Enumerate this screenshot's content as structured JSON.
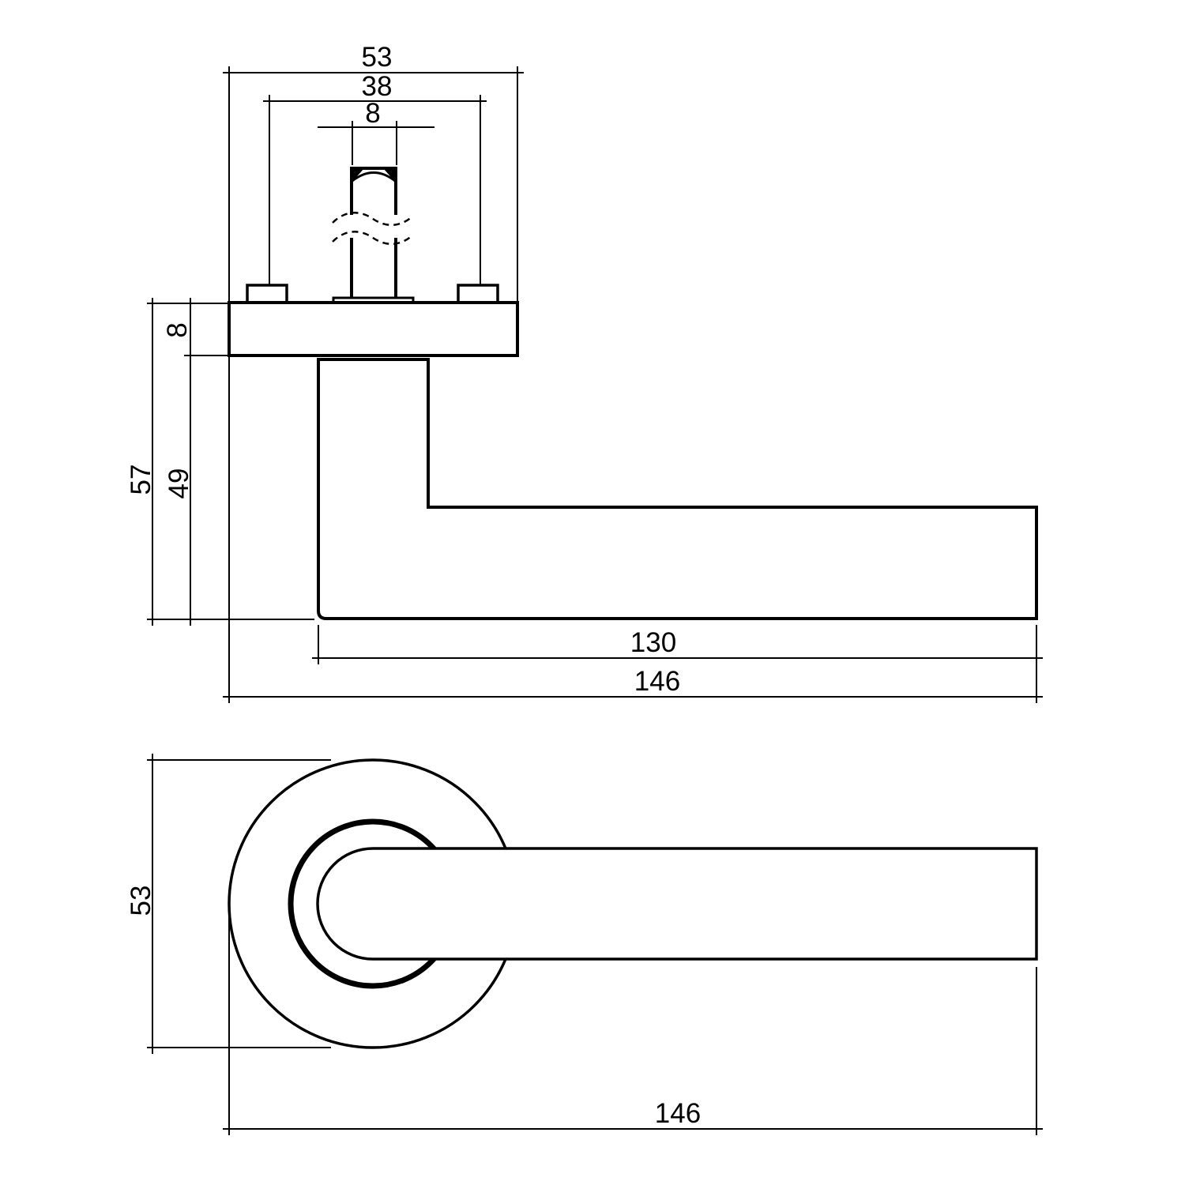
{
  "colors": {
    "line": "#000000",
    "background": "#ffffff"
  },
  "side_view": {
    "dims": {
      "rose_width": "53",
      "hole_spacing": "38",
      "spindle_width": "8",
      "rose_thickness": "8",
      "overall_depth": "57",
      "grip_depth": "49",
      "lever_length": "130",
      "overall_length": "146"
    }
  },
  "front_view": {
    "dims": {
      "rose_diameter": "53",
      "overall_length": "146"
    }
  }
}
